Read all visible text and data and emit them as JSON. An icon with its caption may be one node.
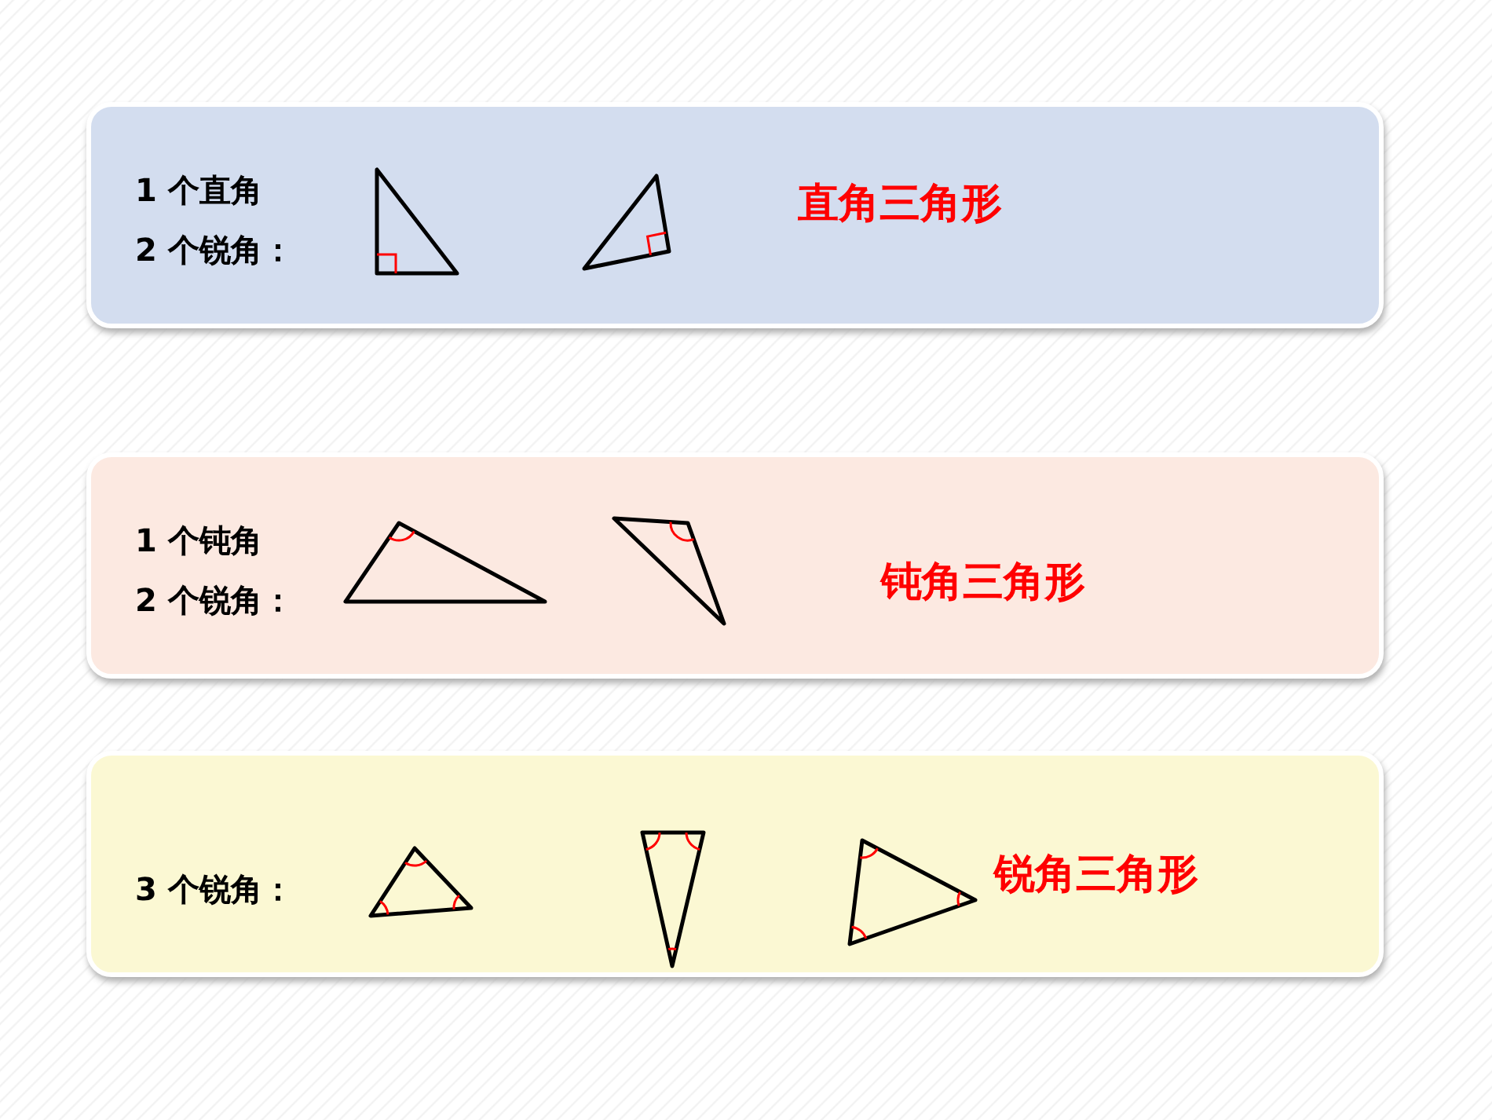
{
  "diagram": {
    "nodes": [
      {
        "text": [
          "1 个直角",
          "2 个锐角：",
          "直角三角形"
        ]
      },
      {
        "text": [
          "1 个钝角",
          "2 个锐角：",
          "钝角三角形"
        ]
      },
      {
        "text": [
          "3 个锐角：",
          "锐角三角形"
        ]
      }
    ]
  }
}
